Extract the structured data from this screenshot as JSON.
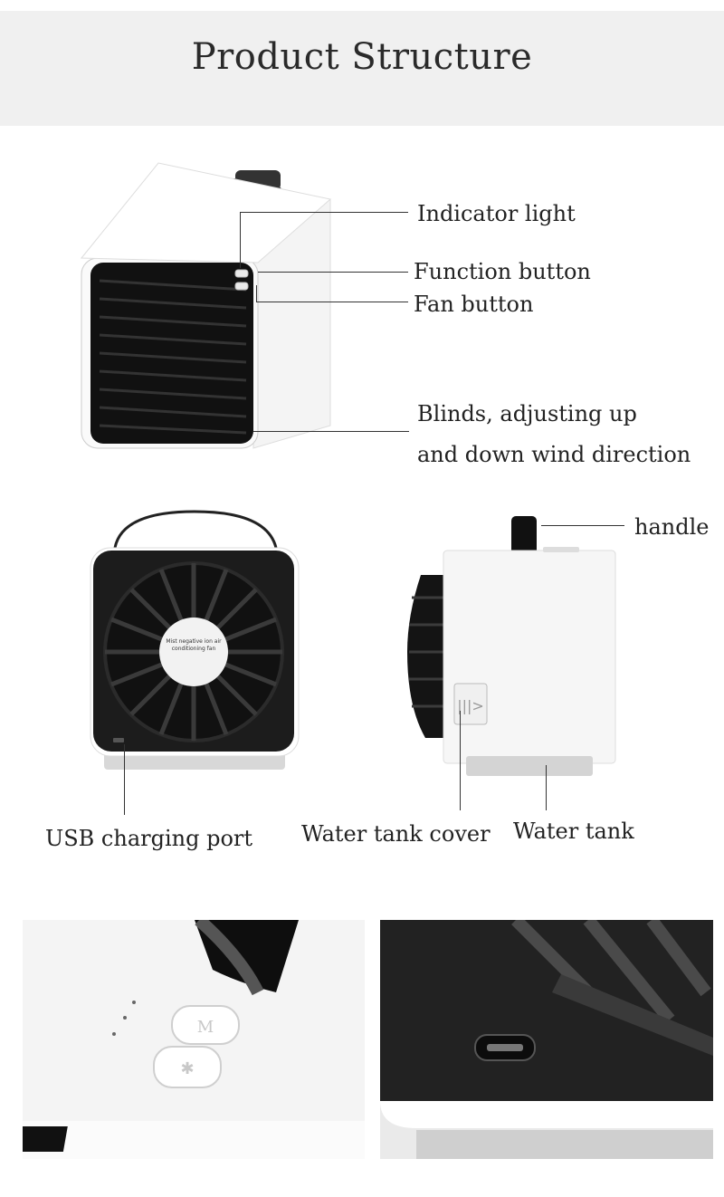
{
  "title": "Product Structure",
  "labels": {
    "indicator_light": "Indicator light",
    "function_button": "Function button",
    "fan_button": "Fan button",
    "blinds_line1": "Blinds, adjusting up",
    "blinds_line2": "and down wind direction",
    "handle": "handle",
    "usb_port": "USB charging port",
    "water_tank_cover": "Water tank cover",
    "water_tank": "Water tank"
  },
  "device_sticker_text": [
    "Mist negative ion air",
    "conditioning fan"
  ],
  "button_glyphs": {
    "function": "M",
    "fan": "✱"
  }
}
